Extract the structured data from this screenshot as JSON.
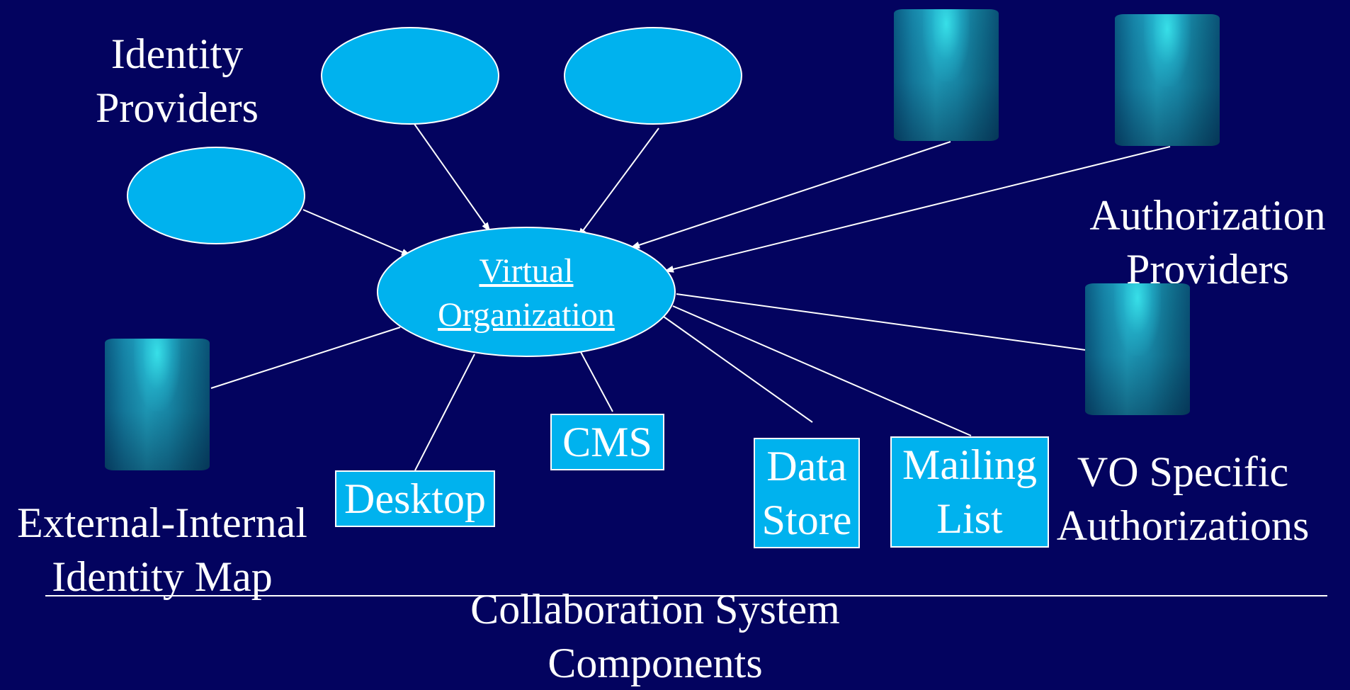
{
  "identity_providers": {
    "line1": "Identity",
    "line2": "Providers"
  },
  "authorization_providers": {
    "line1": "Authorization",
    "line2": "Providers"
  },
  "virtual_organization": {
    "line1": "Virtual",
    "line2": "Organization"
  },
  "identity_map": {
    "line1": "External-Internal",
    "line2": "Identity Map"
  },
  "vo_specific": {
    "line1": "VO Specific",
    "line2": "Authorizations"
  },
  "components": {
    "desktop": "Desktop",
    "cms": "CMS",
    "data_store": {
      "line1": "Data",
      "line2": "Store"
    },
    "mailing_list": {
      "line1": "Mailing",
      "line2": "List"
    }
  },
  "footer": {
    "line1": "Collaboration System",
    "line2": "Components"
  },
  "colors": {
    "background": "#03035f",
    "node_fill": "#00b2ee",
    "stroke": "#ffffff"
  }
}
